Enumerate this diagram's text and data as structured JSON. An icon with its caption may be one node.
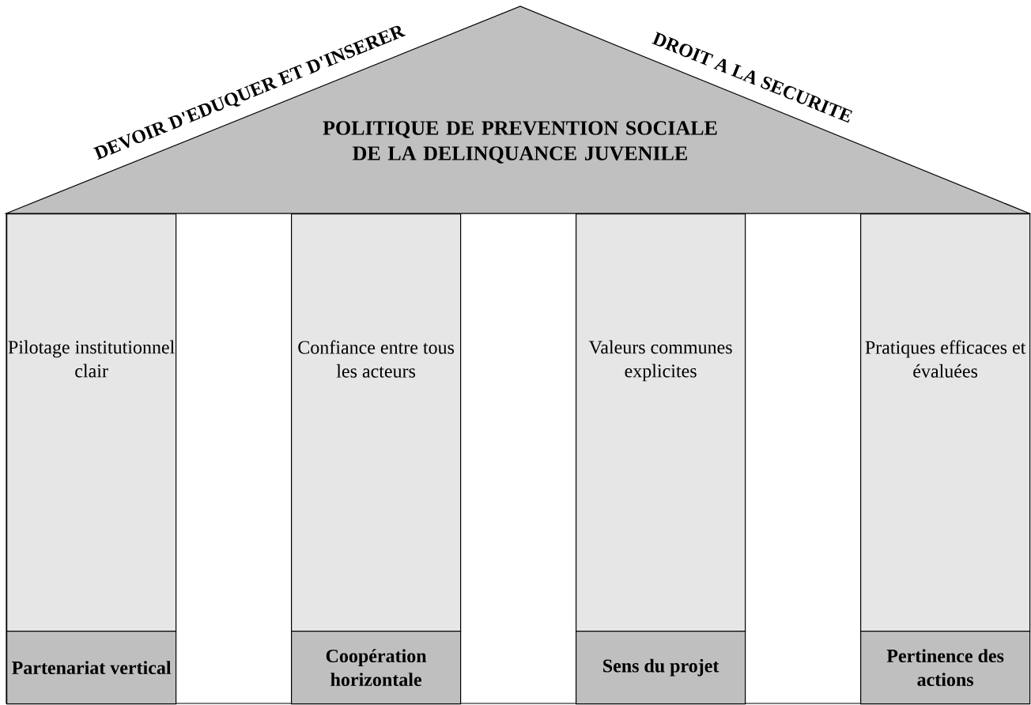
{
  "diagram": {
    "nodes": [
      {
        "text": [
          "POLITIQUE DE PREVENTION SOCIALE DE LA DELINQUANCE JUVENILE"
        ]
      },
      {
        "text": [
          "Pilotage institutionnel clair"
        ]
      },
      {
        "text": [
          "Confiance entre tous les acteurs"
        ]
      },
      {
        "text": [
          "Valeurs communes explicites"
        ]
      },
      {
        "text": [
          "Pratiques efficaces et évaluées"
        ]
      },
      {
        "text": [
          "Partenariat vertical"
        ]
      },
      {
        "text": [
          "Coopération horizontale"
        ]
      },
      {
        "text": [
          "Sens du projet"
        ]
      },
      {
        "text": [
          "Pertinence des actions"
        ]
      }
    ],
    "labels": [
      "DEVOIR D'EDUQUER ET D'INSERER",
      "DROIT A LA SECURITE"
    ]
  }
}
